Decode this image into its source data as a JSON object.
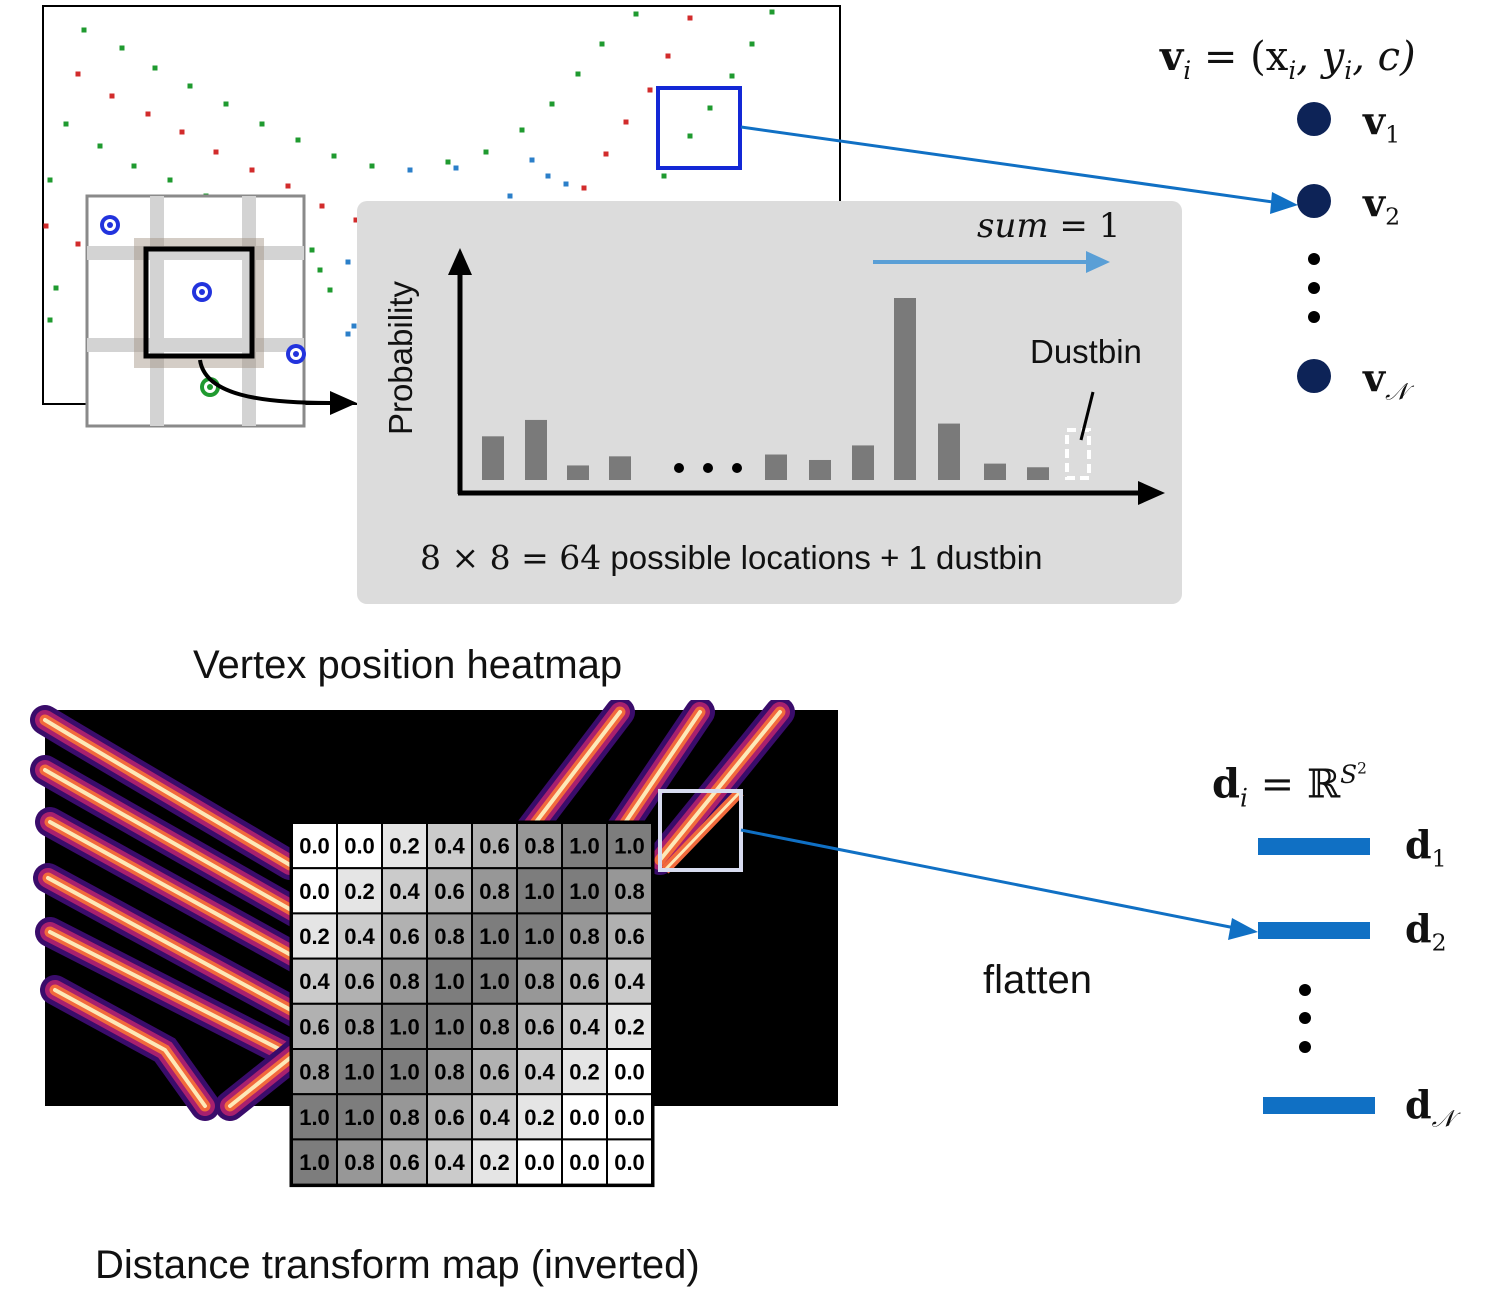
{
  "heatmap": {
    "caption": "Vertex position heatmap",
    "y_axis_label": "Probability",
    "sum_label": "sum",
    "sum_value": "= 1",
    "dustbin_label": "Dustbin",
    "locations_math": "8 × 8 = 64",
    "locations_text": "possible locations + 1 dustbin",
    "ellipsis": "• • •",
    "bars": [
      0.24,
      0.33,
      0.08,
      0.13,
      0.14,
      0.11,
      0.19,
      1.0,
      0.31,
      0.09,
      0.07,
      0.25
    ],
    "dustbin_bar_style": "dashed-white"
  },
  "vertices": {
    "formula_lhs": "v",
    "formula_lhs_sub": "i",
    "formula_rhs": "= (x",
    "formula_rhs_x_sub": "i",
    "formula_rhs_mid": ", y",
    "formula_rhs_y_sub": "i",
    "formula_rhs_end": ", c)",
    "items": [
      {
        "symbol": "v",
        "sub": "1"
      },
      {
        "symbol": "v",
        "sub": "2"
      },
      {
        "symbol": "v",
        "sub": "𝒩"
      }
    ],
    "dot_color": "#0d2357"
  },
  "distance": {
    "caption": "Distance transform map (inverted)",
    "flatten_label": "flatten",
    "formula_lhs": "d",
    "formula_lhs_sub": "i",
    "formula_rhs": "= ℝ",
    "formula_sup": "S",
    "formula_sup_sup": "2",
    "items": [
      {
        "symbol": "d",
        "sub": "1"
      },
      {
        "symbol": "d",
        "sub": "2"
      },
      {
        "symbol": "d",
        "sub": "𝒩"
      }
    ],
    "bar_color": "#1070c4",
    "grid": [
      [
        "0.0",
        "0.0",
        "0.2",
        "0.4",
        "0.6",
        "0.8",
        "1.0",
        "1.0"
      ],
      [
        "0.0",
        "0.2",
        "0.4",
        "0.6",
        "0.8",
        "1.0",
        "1.0",
        "0.8"
      ],
      [
        "0.2",
        "0.4",
        "0.6",
        "0.8",
        "1.0",
        "1.0",
        "0.8",
        "0.6"
      ],
      [
        "0.4",
        "0.6",
        "0.8",
        "1.0",
        "1.0",
        "0.8",
        "0.6",
        "0.4"
      ],
      [
        "0.6",
        "0.8",
        "1.0",
        "1.0",
        "0.8",
        "0.6",
        "0.4",
        "0.2"
      ],
      [
        "0.8",
        "1.0",
        "1.0",
        "0.8",
        "0.6",
        "0.4",
        "0.2",
        "0.0"
      ],
      [
        "1.0",
        "1.0",
        "0.8",
        "0.6",
        "0.4",
        "0.2",
        "0.0",
        "0.0"
      ],
      [
        "1.0",
        "0.8",
        "0.6",
        "0.4",
        "0.2",
        "0.0",
        "0.0",
        "0.0"
      ]
    ]
  },
  "colors": {
    "point_red": "#d22b2b",
    "point_green": "#1f9a2f",
    "point_blue": "#2b7fc9",
    "select_box": "#1328d6",
    "arrow": "#1070c4",
    "panel_bg": "#dcdcdc",
    "bar": "#7a7a7a"
  }
}
